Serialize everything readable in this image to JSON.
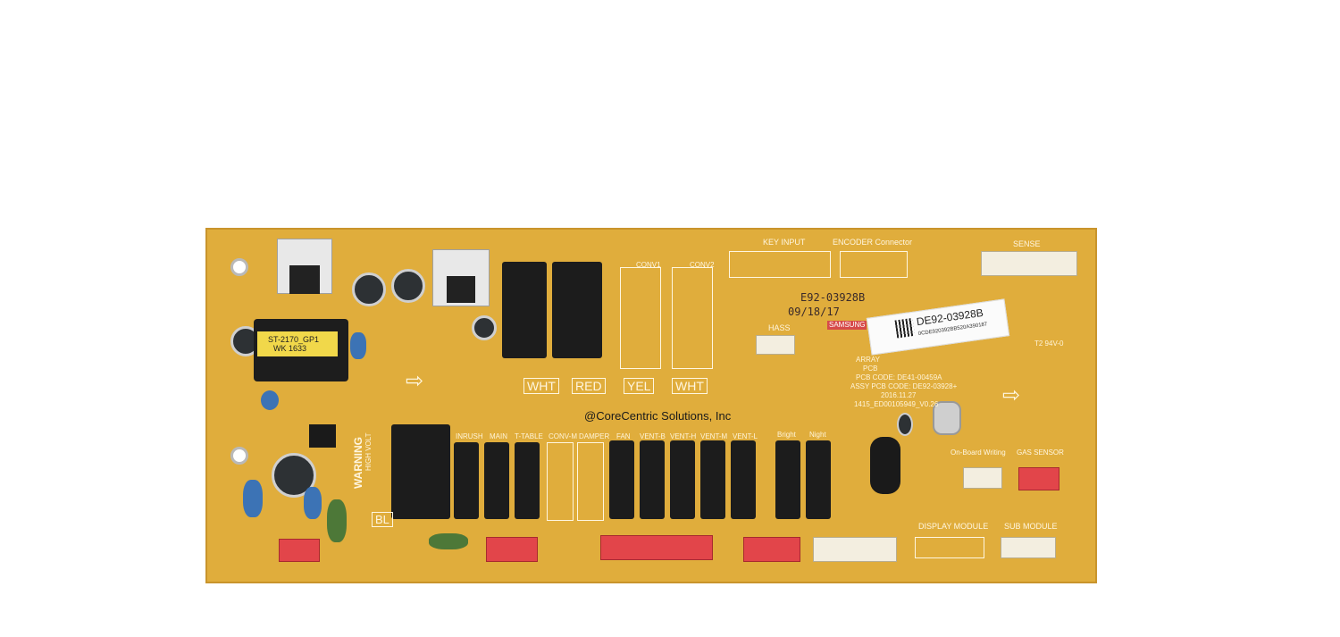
{
  "watermark": "@CoreCentric Solutions, Inc",
  "board": {
    "transformer": [
      "ST-2170_GP1",
      "WK 1633"
    ],
    "warning": [
      "WARNING",
      "HIGH VOLT"
    ],
    "wire_colors": [
      "WHT",
      "RED",
      "YEL",
      "WHT"
    ],
    "conv_labels": [
      "CONV1",
      "CONV2"
    ],
    "header_labels": {
      "key_input": "KEY INPUT",
      "encoder": "ENCODER Connector",
      "sense": "SENSE",
      "hass": "HASS",
      "onboard": "On-Board Writing",
      "gas_sensor": "GAS SENSOR",
      "display_module": "DISPLAY MODULE",
      "sub_module": "SUB MODULE"
    },
    "relay_labels": [
      "INRUSH",
      "MAIN",
      "T-TABLE",
      "CONV-M",
      "DAMPER",
      "FAN",
      "VENT-B",
      "VENT-H",
      "VENT-M",
      "VENT-L",
      "Bright",
      "Night"
    ],
    "stamp": [
      "E92-03928B",
      "09/18/17"
    ],
    "samsung_mark": "SAMSUNG",
    "sticker_code": "DE92-03928B",
    "sticker_serial": "0CDE920392BB520A390187",
    "pcb_info": [
      "ARRAY",
      "PCB",
      "PCB CODE: DE41-00459A",
      "ASSY PCB CODE: DE92-03928+",
      "2016.11.27",
      "1415_ED00105949_V0.26"
    ],
    "ul_mark": "T2 94V-0",
    "bl_label": "BL"
  }
}
